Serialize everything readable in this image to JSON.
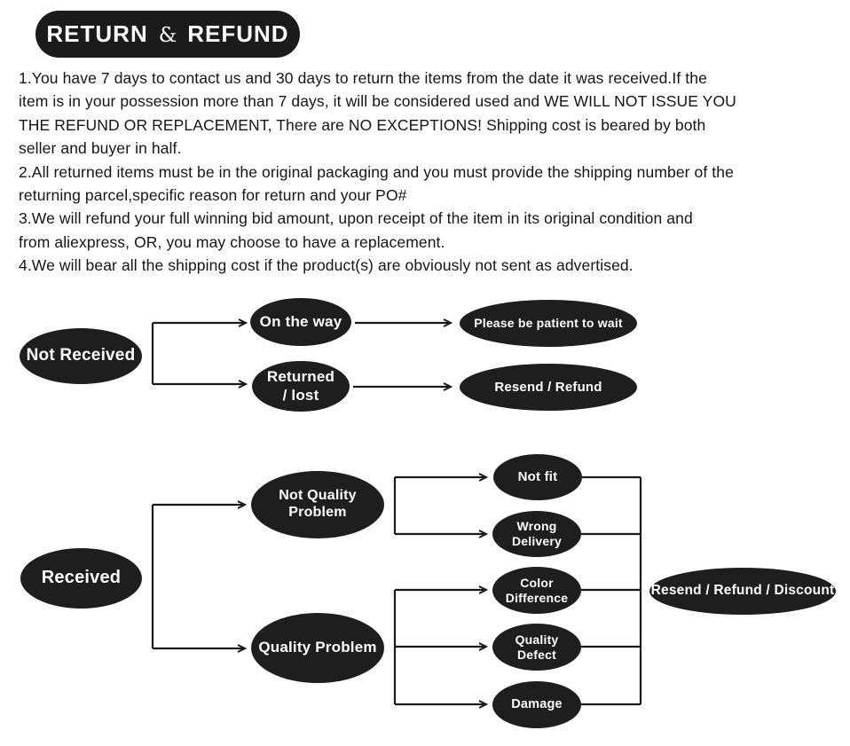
{
  "title": {
    "word1": "RETURN",
    "amp": "&",
    "word2": "REFUND"
  },
  "policy": {
    "lines": [
      "1.You have 7 days to contact us and 30 days to return the items from the date it was received.If the",
      "item is in your possession more than 7 days, it will be considered used and WE WILL NOT ISSUE YOU",
      "THE REFUND OR REPLACEMENT, There are NO EXCEPTIONS! Shipping cost is beared by both",
      "seller and buyer in half.",
      "2.All returned items must be in the original packaging and you must provide the shipping number of the",
      "returning parcel,specific reason for return and your PO#",
      "3.We will refund your full winning bid amount, upon receipt of the item in its original condition and",
      "from aliexpress, OR, you may choose to have a replacement.",
      "4.We will bear all the shipping cost if the product(s) are obviously not sent as advertised."
    ]
  },
  "flowchart1": {
    "nodes": {
      "root": "Not Received",
      "on_the_way": "On the way",
      "returned_lost": "Returned\n/ lost",
      "please_wait": "Please be patient to wait",
      "resend_refund": "Resend / Refund"
    },
    "edges": [
      [
        "root",
        "on_the_way"
      ],
      [
        "root",
        "returned_lost"
      ],
      [
        "on_the_way",
        "please_wait"
      ],
      [
        "returned_lost",
        "resend_refund"
      ]
    ]
  },
  "flowchart2": {
    "nodes": {
      "root": "Received",
      "not_quality_problem": "Not Quality Problem",
      "quality_problem": "Quality Problem",
      "not_fit": "Not fit",
      "wrong_delivery": "Wrong\nDelivery",
      "color_difference": "Color\nDifference",
      "quality_defect": "Quality\nDefect",
      "damage": "Damage",
      "outcome": "Resend / Refund / Discount"
    },
    "edges": [
      [
        "root",
        "not_quality_problem"
      ],
      [
        "root",
        "quality_problem"
      ],
      [
        "not_quality_problem",
        "not_fit"
      ],
      [
        "not_quality_problem",
        "wrong_delivery"
      ],
      [
        "quality_problem",
        "color_difference"
      ],
      [
        "quality_problem",
        "quality_defect"
      ],
      [
        "quality_problem",
        "damage"
      ],
      [
        "not_fit",
        "outcome"
      ],
      [
        "wrong_delivery",
        "outcome"
      ],
      [
        "color_difference",
        "outcome"
      ],
      [
        "quality_defect",
        "outcome"
      ],
      [
        "damage",
        "outcome"
      ]
    ]
  },
  "colors": {
    "node_fill": "#1e1e1e",
    "node_text": "#ffffff",
    "connector": "#1a1a1a",
    "title_bg": "#1b1b1b",
    "body_text": "#151515",
    "background": "#ffffff"
  }
}
